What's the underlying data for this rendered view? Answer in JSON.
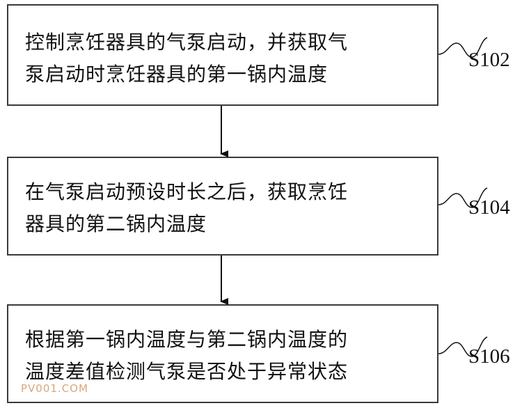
{
  "steps": [
    {
      "line1": "控制烹饪器具的气泵启动，并获取气",
      "line2": "泵启动时烹饪器具的第一锅内温度",
      "label": "S102"
    },
    {
      "line1": "在气泵启动预设时长之后，获取烹饪",
      "line2": "器具的第二锅内温度",
      "label": "S104"
    },
    {
      "line1": "根据第一锅内温度与第二锅内温度的",
      "line2": "温度差值检测气泵是否处于异常状态",
      "label": "S106"
    }
  ],
  "watermark": "PV001.COM",
  "colors": {
    "border": "#3a3a3a",
    "text": "#111111",
    "watermark": "#d9a77a"
  }
}
